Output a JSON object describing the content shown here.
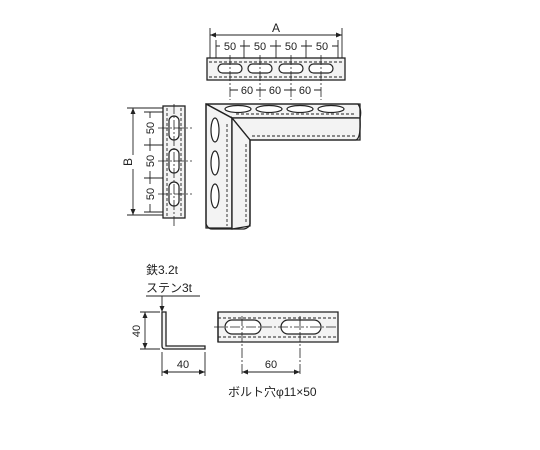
{
  "dimensions": {
    "overall_width": "A",
    "overall_height": "B",
    "slot_pitch_label": "50",
    "hole_spacing_label": "60",
    "leg_height": "40",
    "leg_width": "40",
    "section_spacing": "60"
  },
  "material": {
    "iron": "鉄3.2t",
    "stainless": "ステン3t"
  },
  "note": {
    "bolt_hole": "ボルト穴φ11×50"
  }
}
